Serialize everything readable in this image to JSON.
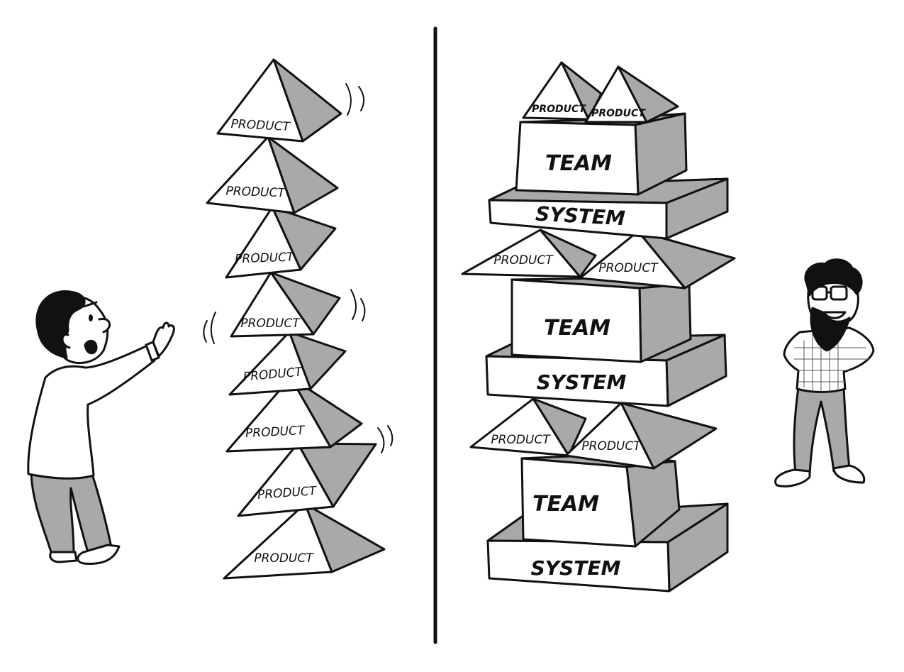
{
  "labels": {
    "product": "PRODUCT",
    "team": "TEAM",
    "system": "SYSTEM"
  },
  "colors": {
    "ink": "#111111",
    "shade": "#a9a9a9",
    "paper": "#ffffff"
  }
}
